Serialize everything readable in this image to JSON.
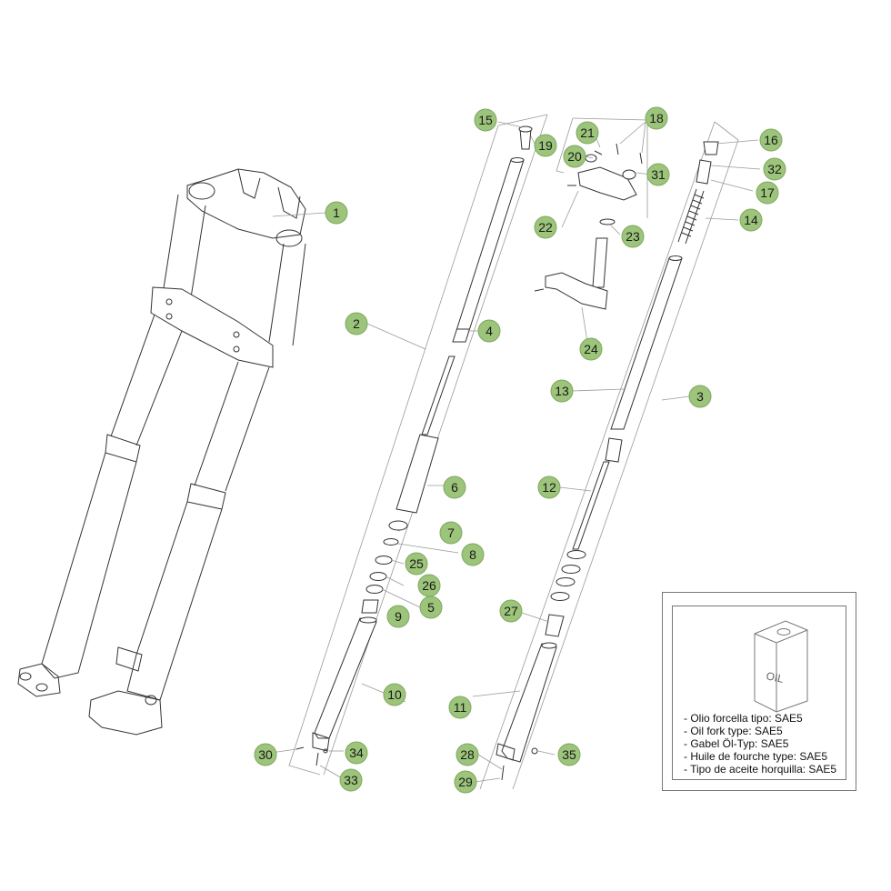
{
  "callouts": [
    {
      "label": "1"
    },
    {
      "label": "2"
    },
    {
      "label": "3"
    },
    {
      "label": "4"
    },
    {
      "label": "5"
    },
    {
      "label": "6"
    },
    {
      "label": "7"
    },
    {
      "label": "8"
    },
    {
      "label": "9"
    },
    {
      "label": "10"
    },
    {
      "label": "11"
    },
    {
      "label": "12"
    },
    {
      "label": "13"
    },
    {
      "label": "14"
    },
    {
      "label": "15"
    },
    {
      "label": "16"
    },
    {
      "label": "17"
    },
    {
      "label": "18"
    },
    {
      "label": "19"
    },
    {
      "label": "20"
    },
    {
      "label": "21"
    },
    {
      "label": "22"
    },
    {
      "label": "23"
    },
    {
      "label": "24"
    },
    {
      "label": "25"
    },
    {
      "label": "26"
    },
    {
      "label": "27"
    },
    {
      "label": "28"
    },
    {
      "label": "29"
    },
    {
      "label": "30"
    },
    {
      "label": "31"
    },
    {
      "label": "32"
    },
    {
      "label": "33"
    },
    {
      "label": "34"
    },
    {
      "label": "35"
    }
  ],
  "oil_box": {
    "can_label": "OIL",
    "lines": [
      "- Olio forcella tipo: SAE5",
      "- Oil fork type: SAE5",
      "- Gabel Öl-Typ: SAE5",
      "- Huile de fourche type: SAE5",
      "- Tipo de aceite horquilla: SAE5"
    ]
  },
  "colors": {
    "callout_fill": "#9cc47a",
    "line_art": "#333333"
  }
}
